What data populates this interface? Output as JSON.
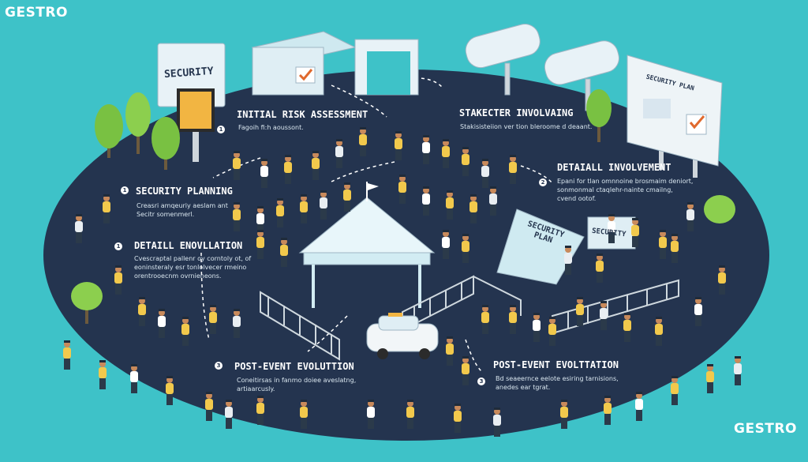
{
  "watermarks": [
    "GESTRO",
    "GESTRO"
  ],
  "signs": {
    "billboard_left": "SECURITY",
    "billboard_right": "SECURITY PLAN",
    "tent_sign": "SECURITY PLAN",
    "booth_sign": "SECURITY"
  },
  "stages": [
    {
      "title": "INITIAL RISK ASSESSMENT",
      "desc": "Fagoih fi:h aoussont.",
      "num": "1"
    },
    {
      "title": "STAKECTER INVOLVAING",
      "desc": "Stakisisteiion ver tion bleroome d deaant.",
      "num": ""
    },
    {
      "title": "SECURITY PLANNING",
      "desc": "Creasri amqeuriy aeslam ant\nSecitr somenmerl.",
      "num": "1"
    },
    {
      "title": "DETAIALL INVOLVEMENT",
      "desc": "Epani for tlan omnnoine brosmaim deniort,\nsonmonmal ctaqlehr-nainte cmailng,\ncvend ootof.",
      "num": "2"
    },
    {
      "title": "DETAILL ENOVLLATION",
      "desc": "Cvescraptal pallenr oy corntoly ot, of\neoninsteraly esr tonlolvecer rmeino\norentrooecnm ovrnieneons.",
      "num": "1"
    },
    {
      "title": "POST-EVENT EVOLUTTION",
      "desc": "Coneitirsas in fanmo doiee aveslatng,\nartiaarcusly.",
      "num": "3"
    },
    {
      "title": "POST-EVENT EVOLTTATION",
      "desc": "Bd seaeernce eelote esiring tarnisions,\nanedes ear tgrat.",
      "num": "3"
    }
  ]
}
